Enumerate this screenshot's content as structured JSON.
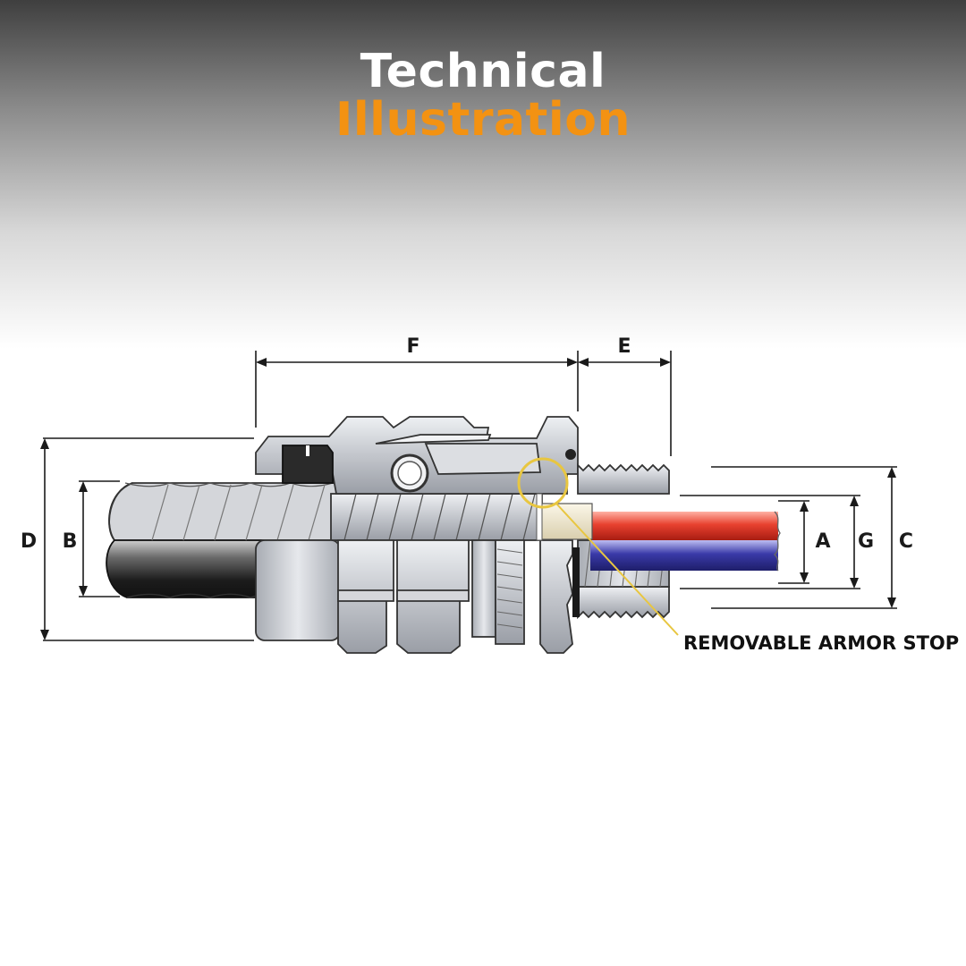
{
  "header": {
    "title_line1": "Technical",
    "title_line2": "Illustration",
    "title_line1_color": "#ffffff",
    "title_line2_color": "#f39212"
  },
  "dimensions": {
    "A": "A",
    "B": "B",
    "C": "C",
    "D": "D",
    "E": "E",
    "F": "F",
    "G": "G"
  },
  "callout": {
    "label": "REMOVABLE ARMOR STOP",
    "color": "#e8c640"
  },
  "colors": {
    "metal": "#c9cbd1",
    "cable_jacket": "#1e1e1e",
    "wire_red": "#e8412f",
    "wire_blue": "#3a3aa8",
    "armor_stop": "#f3ecd4"
  }
}
